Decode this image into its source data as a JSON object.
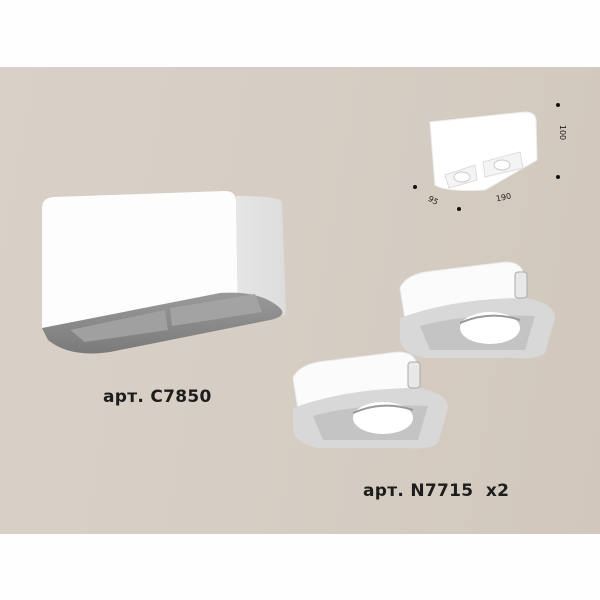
{
  "products": [
    {
      "id": "body",
      "label": "арт. C7850"
    },
    {
      "id": "insert",
      "label": "арт. N7715  x2"
    }
  ],
  "dimensions": {
    "height": "100",
    "width": "190",
    "depth": "95"
  },
  "colors": {
    "background_band": "#d6cec4",
    "page": "#fefefe",
    "fixture_white": "#ffffff",
    "fixture_inner": "#8e8e8e"
  }
}
